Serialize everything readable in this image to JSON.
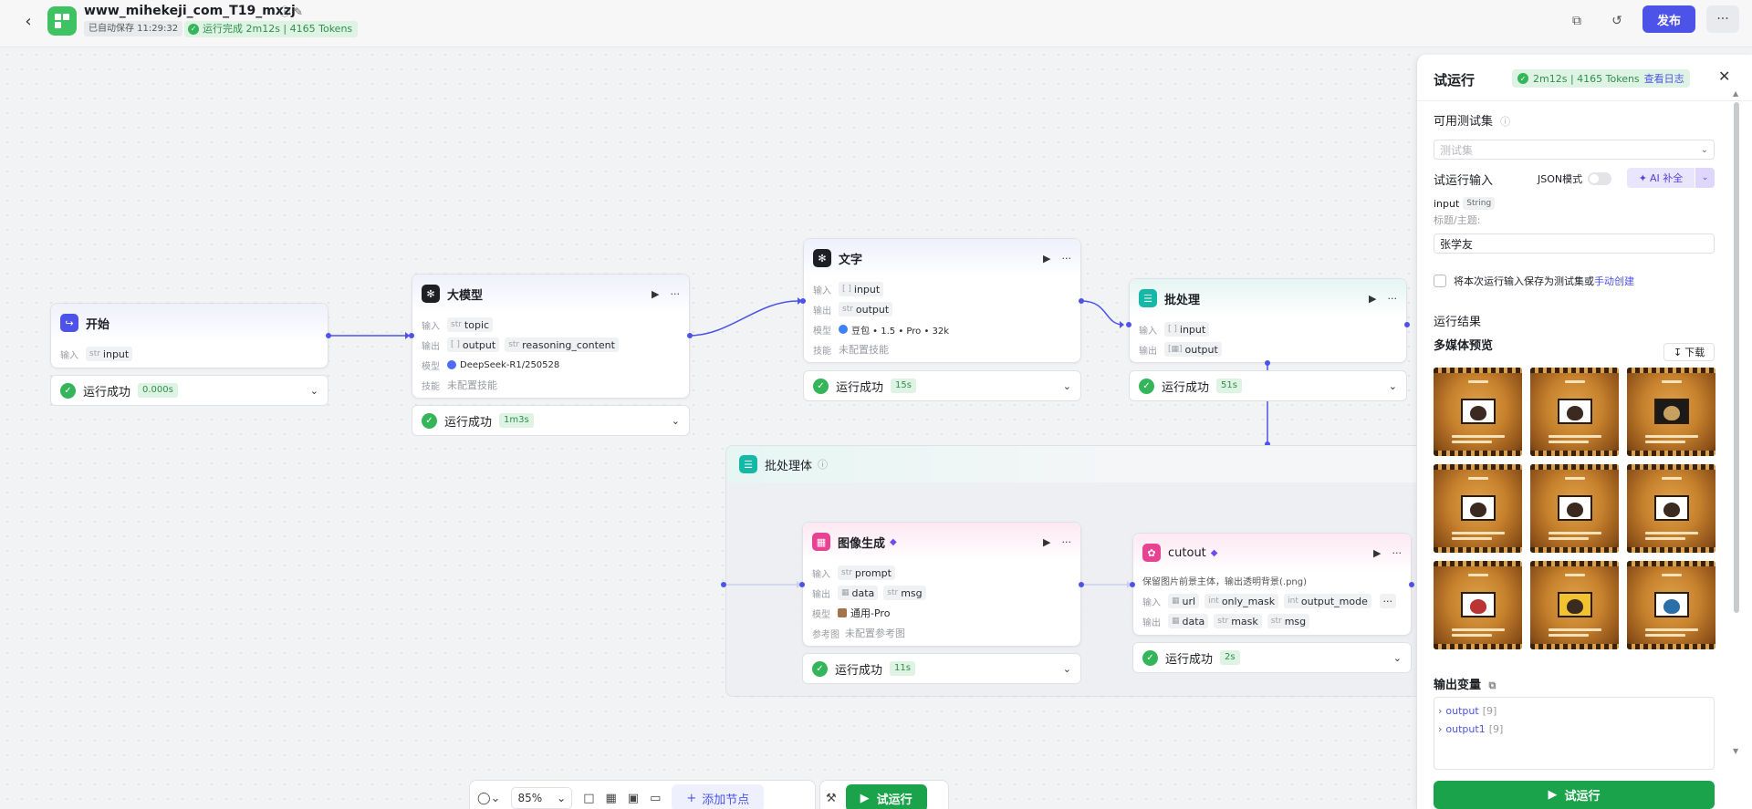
{
  "header": {
    "app_title": "www_mihekeji_com_T19_mxzj",
    "autosave": "已自动保存 11:29:32",
    "run_status": "运行完成 2m12s | 4165 Tokens",
    "publish_label": "发布"
  },
  "nodes": {
    "start": {
      "title": "开始",
      "in_label": "输入",
      "in_type": "str",
      "in_var": "input",
      "status": "运行成功",
      "time": "0.000s"
    },
    "llm": {
      "title": "大模型",
      "in_label": "输入",
      "in_type": "str",
      "in_var": "topic",
      "out_label": "输出",
      "out_var1": "output",
      "out_type2": "str",
      "out_var2": "reasoning_content",
      "model_label": "模型",
      "model": "DeepSeek-R1/250528",
      "skill_label": "技能",
      "skill": "未配置技能",
      "status": "运行成功",
      "time": "1m3s"
    },
    "text": {
      "title": "文字",
      "in_label": "输入",
      "in_var": "input",
      "out_label": "输出",
      "out_type": "str",
      "out_var": "output",
      "model_label": "模型",
      "model": "豆包 • 1.5 • Pro • 32k",
      "skill_label": "技能",
      "skill": "未配置技能",
      "status": "运行成功",
      "time": "15s"
    },
    "batch": {
      "title": "批处理",
      "in_label": "输入",
      "in_var": "input",
      "out_label": "输出",
      "out_var": "output",
      "status": "运行成功",
      "time": "51s"
    },
    "batch_body": {
      "title": "批处理体"
    },
    "imggen": {
      "title": "图像生成",
      "in_label": "输入",
      "in_type": "str",
      "in_var": "prompt",
      "out_label": "输出",
      "out_var1": "data",
      "out_type2": "str",
      "out_var2": "msg",
      "model_label": "模型",
      "model": "通用-Pro",
      "ref_label": "参考图",
      "ref": "未配置参考图",
      "status": "运行成功",
      "time": "11s"
    },
    "cutout": {
      "title": "cutout",
      "desc": "保留图片前景主体，输出透明背景(.png)",
      "in_label": "输入",
      "in_var1": "url",
      "in_type2": "int",
      "in_var2": "only_mask",
      "in_type3": "int",
      "in_var3": "output_mode",
      "out_label": "输出",
      "out_var1": "data",
      "out_type2": "str",
      "out_var2": "mask",
      "out_type3": "str",
      "out_var3": "msg",
      "status": "运行成功",
      "time": "2s"
    }
  },
  "toolbar": {
    "zoom": "85%",
    "add_node": "添加节点",
    "trial_run": "试运行"
  },
  "panel": {
    "title": "试运行",
    "chip": "2m12s | 4165 Tokens",
    "view_log": "查看日志",
    "testset_label": "可用测试集",
    "testset_placeholder": "测试集",
    "run_input_label": "试运行输入",
    "json_mode": "JSON模式",
    "ai_fill": "AI 补全",
    "input_name": "input",
    "input_type": "String",
    "input_hint": "标题/主题:",
    "input_value": "张学友",
    "save_text": "将本次运行输入保存为测试集或",
    "save_link": "手动创建",
    "result_label": "运行结果",
    "media_label": "多媒体预览",
    "download": "下载",
    "output_vars_label": "输出变量",
    "outputs": [
      {
        "name": "output",
        "count": "[9]"
      },
      {
        "name": "output1",
        "count": "[9]"
      }
    ],
    "run_button": "试运行"
  },
  "colors": {
    "accent": "#4d53e8",
    "success": "#34b55a",
    "run_green": "#1aa34a"
  }
}
